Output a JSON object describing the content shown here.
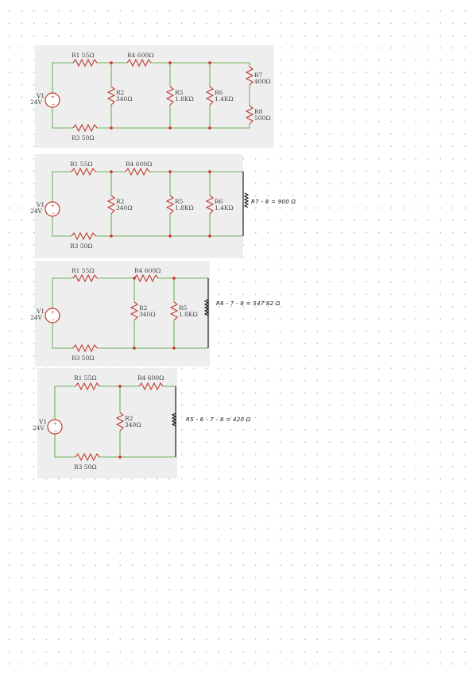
{
  "diagrams": [
    {
      "labels": {
        "r1": "R1 55Ω",
        "r4": "R4 600Ω",
        "r2": "R2",
        "r2v": "340Ω",
        "r5": "R5",
        "r5v": "1.8KΩ",
        "r6": "R6",
        "r6v": "1.4KΩ",
        "r7": "R7",
        "r7v": "400Ω",
        "r8": "R8",
        "r8v": "500Ω",
        "v1": "V1",
        "v1v": "24V",
        "r3": "R3 50Ω"
      }
    },
    {
      "labels": {
        "r1": "R1 55Ω",
        "r4": "R4 600Ω",
        "r2": "R2",
        "r2v": "340Ω",
        "r5": "R5",
        "r5v": "1.8KΩ",
        "r6": "R6",
        "r6v": "1.4KΩ",
        "v1": "V1",
        "v1v": "24V",
        "r3": "R3 50Ω"
      },
      "note": "R7 - 8 = 900 Ω"
    },
    {
      "labels": {
        "r1": "R1 55Ω",
        "r4": "R4 600Ω",
        "r2": "R2",
        "r2v": "340Ω",
        "r5": "R5",
        "r5v": "1.8KΩ",
        "v1": "V1",
        "v1v": "24V",
        "r3": "R3 50Ω"
      },
      "note": "R6 - 7 - 8 = 547'82 Ω"
    },
    {
      "labels": {
        "r1": "R1 55Ω",
        "r4": "R4 600Ω",
        "r2": "R2",
        "r2v": "340Ω",
        "v1": "V1",
        "v1v": "24V",
        "r3": "R3 50Ω"
      },
      "note": "R5 - 6 - 7 - 8 = 420 Ω"
    }
  ]
}
